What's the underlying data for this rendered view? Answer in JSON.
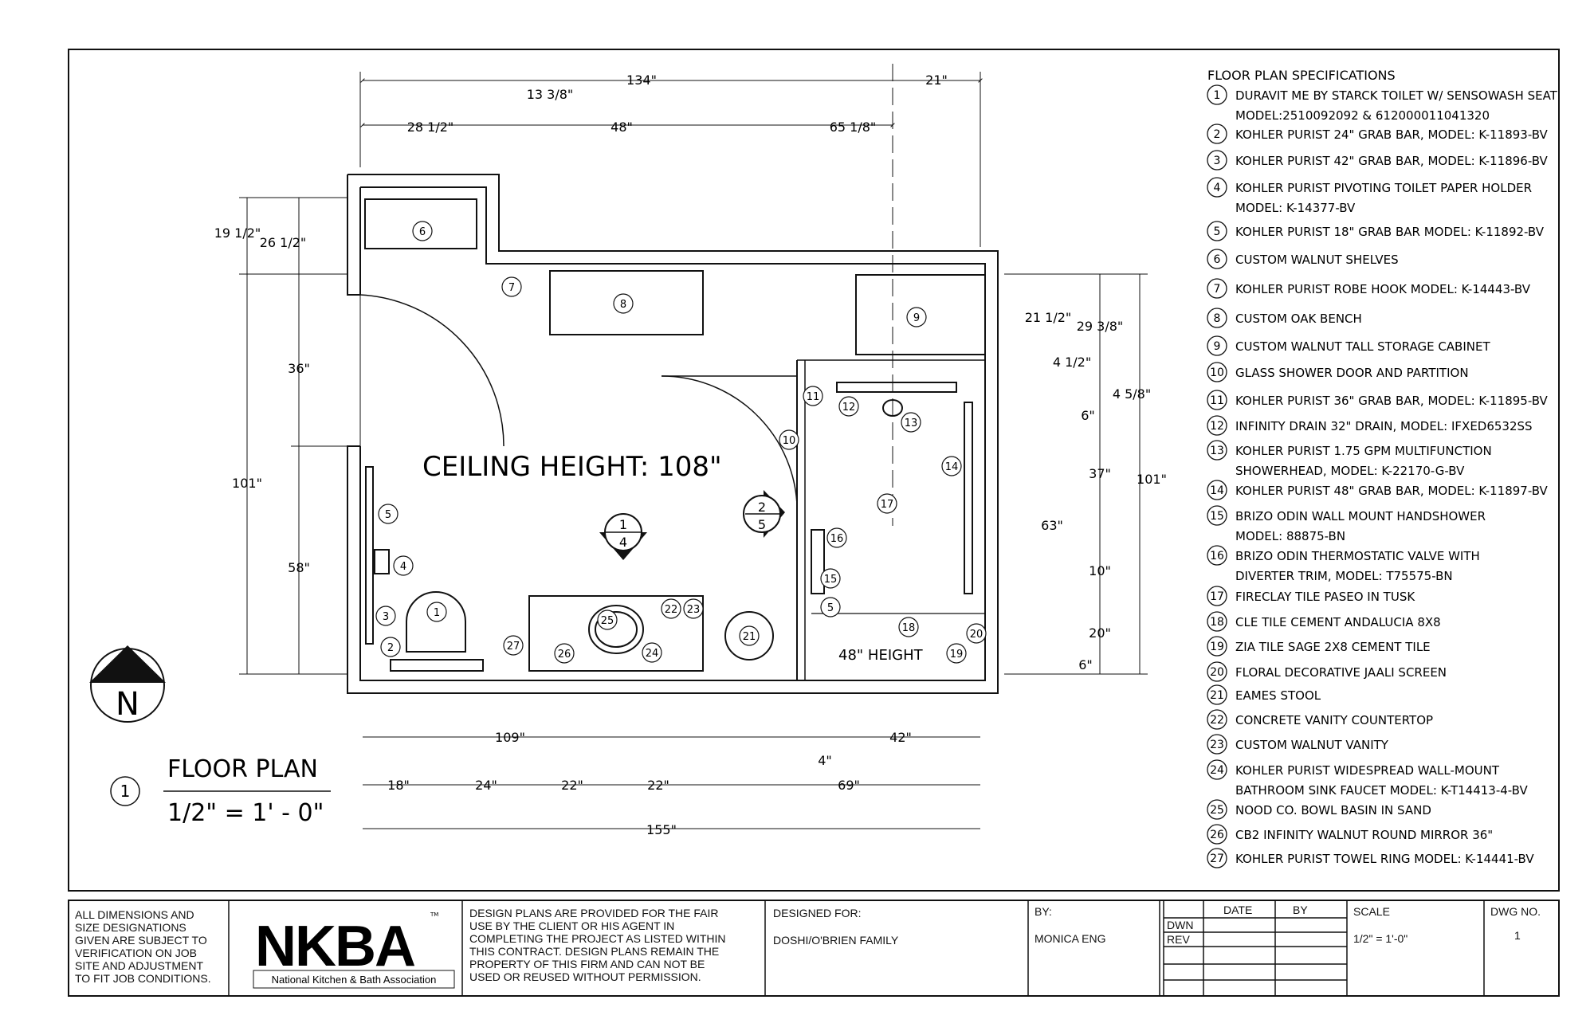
{
  "ceiling_height": "CEILING HEIGHT: 108\"",
  "north_label": "N",
  "title_block_plan": {
    "number": "1",
    "title": "FLOOR PLAN",
    "scale": "1/2\" = 1' - 0\""
  },
  "height_note": "48\" HEIGHT",
  "section_markers": [
    {
      "top": "2",
      "bottom": "5"
    },
    {
      "top": "1",
      "bottom": "4"
    }
  ],
  "dimensions": {
    "top_overall": "134\"",
    "top_right": "21\"",
    "top_step": "13 3/8\"",
    "top_a": "28 1/2\"",
    "top_b": "48\"",
    "top_c": "65 1/8\"",
    "left_a": "19 1/2\"",
    "left_b": "26 1/2\"",
    "left_c": "36\"",
    "left_d": "58\"",
    "left_overall": "101\"",
    "right_a": "21 1/2\"",
    "right_b": "29 3/8\"",
    "right_c": "4 1/2\"",
    "right_d": "4 5/8\"",
    "right_e": "6\"",
    "right_f": "37\"",
    "right_g": "63\"",
    "right_h": "10\"",
    "right_i": "20\"",
    "right_j": "6\"",
    "right_overall": "101\"",
    "bottom_a": "109\"",
    "bottom_b": "42\"",
    "bottom_c": "4\"",
    "bottom_d": "18\"",
    "bottom_e": "24\"",
    "bottom_f": "22\"",
    "bottom_g": "22\"",
    "bottom_h": "69\"",
    "bottom_overall": "155\""
  },
  "specs_title": "FLOOR PLAN SPECIFICATIONS",
  "specs": [
    {
      "num": "1",
      "lines": [
        "DURAVIT ME BY STARCK TOILET W/ SENSOWASH SEAT",
        "MODEL:2510092092 & 612000011041320"
      ]
    },
    {
      "num": "2",
      "lines": [
        "KOHLER PURIST 24\" GRAB BAR, MODEL: K-11893-BV"
      ]
    },
    {
      "num": "3",
      "lines": [
        "KOHLER PURIST 42\" GRAB BAR, MODEL: K-11896-BV"
      ]
    },
    {
      "num": "4",
      "lines": [
        "KOHLER PURIST PIVOTING TOILET PAPER HOLDER",
        "MODEL: K-14377-BV"
      ]
    },
    {
      "num": "5",
      "lines": [
        "KOHLER PURIST 18\" GRAB BAR MODEL: K-11892-BV"
      ]
    },
    {
      "num": "6",
      "lines": [
        "CUSTOM WALNUT SHELVES"
      ]
    },
    {
      "num": "7",
      "lines": [
        "KOHLER PURIST ROBE HOOK MODEL: K-14443-BV"
      ]
    },
    {
      "num": "8",
      "lines": [
        "CUSTOM OAK BENCH"
      ]
    },
    {
      "num": "9",
      "lines": [
        "CUSTOM WALNUT TALL STORAGE CABINET"
      ]
    },
    {
      "num": "10",
      "lines": [
        "GLASS SHOWER DOOR AND PARTITION"
      ]
    },
    {
      "num": "11",
      "lines": [
        "KOHLER PURIST 36\" GRAB BAR, MODEL: K-11895-BV"
      ]
    },
    {
      "num": "12",
      "lines": [
        "INFINITY DRAIN 32\" DRAIN, MODEL: IFXED6532SS"
      ]
    },
    {
      "num": "13",
      "lines": [
        "KOHLER PURIST 1.75 GPM MULTIFUNCTION",
        "SHOWERHEAD, MODEL: K-22170-G-BV"
      ]
    },
    {
      "num": "14",
      "lines": [
        "KOHLER PURIST 48\" GRAB BAR, MODEL: K-11897-BV"
      ]
    },
    {
      "num": "15",
      "lines": [
        "BRIZO ODIN WALL MOUNT HANDSHOWER",
        "MODEL: 88875-BN"
      ]
    },
    {
      "num": "16",
      "lines": [
        "BRIZO ODIN THERMOSTATIC VALVE WITH",
        "DIVERTER TRIM, MODEL: T75575-BN"
      ]
    },
    {
      "num": "17",
      "lines": [
        "FIRECLAY TILE PASEO IN TUSK"
      ]
    },
    {
      "num": "18",
      "lines": [
        "CLE TILE CEMENT ANDALUCIA 8X8"
      ]
    },
    {
      "num": "19",
      "lines": [
        "ZIA TILE SAGE 2X8 CEMENT TILE"
      ]
    },
    {
      "num": "20",
      "lines": [
        "FLORAL DECORATIVE JAALI SCREEN"
      ]
    },
    {
      "num": "21",
      "lines": [
        "EAMES STOOL"
      ]
    },
    {
      "num": "22",
      "lines": [
        "CONCRETE VANITY COUNTERTOP"
      ]
    },
    {
      "num": "23",
      "lines": [
        "CUSTOM WALNUT VANITY"
      ]
    },
    {
      "num": "24",
      "lines": [
        "KOHLER PURIST WIDESPREAD WALL-MOUNT",
        "BATHROOM SINK FAUCET MODEL: K-T14413-4-BV"
      ]
    },
    {
      "num": "25",
      "lines": [
        "NOOD CO. BOWL BASIN IN SAND"
      ]
    },
    {
      "num": "26",
      "lines": [
        "CB2 INFINITY WALNUT ROUND MIRROR 36\""
      ]
    },
    {
      "num": "27",
      "lines": [
        "KOHLER PURIST TOWEL RING MODEL: K-14441-BV"
      ]
    }
  ],
  "title_block": {
    "disclaimer_lines": [
      "ALL DIMENSIONS AND",
      "SIZE DESIGNATIONS",
      "GIVEN ARE SUBJECT TO",
      "VERIFICATION ON JOB",
      "SITE AND ADJUSTMENT",
      "TO FIT JOB CONDITIONS."
    ],
    "logo_text": "NKBA",
    "logo_tm": "TM",
    "logo_subtitle": "National Kitchen & Bath Association",
    "notice_lines": [
      "DESIGN PLANS ARE PROVIDED FOR THE FAIR",
      "USE BY THE CLIENT OR HIS AGENT IN",
      "COMPLETING THE PROJECT AS LISTED WITHIN",
      "THIS CONTRACT. DESIGN PLANS REMAIN THE",
      "PROPERTY OF THIS FIRM AND CAN NOT BE",
      "USED OR REUSED WITHOUT PERMISSION."
    ],
    "designed_for_label": "DESIGNED FOR:",
    "designed_for_value": "DOSHI/O'BRIEN FAMILY",
    "by_label": "BY:",
    "by_value": "MONICA ENG",
    "rev_table": {
      "date_label": "DATE",
      "by_label": "BY",
      "dwn_label": "DWN",
      "rev_label": "REV"
    },
    "scale_label": "SCALE",
    "scale_value": "1/2\" = 1'-0\"",
    "dwg_label": "DWG NO.",
    "dwg_value": "1"
  }
}
